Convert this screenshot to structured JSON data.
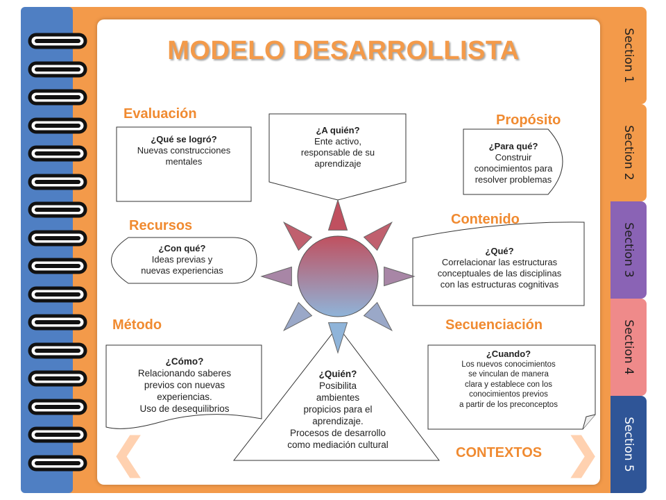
{
  "title": "MODELO DESARROLLISTA",
  "tabs": [
    {
      "label": "Section 1",
      "color": "#f39a4a"
    },
    {
      "label": "Section 2",
      "color": "#f39a4a"
    },
    {
      "label": "Section 3",
      "color": "#8a63b5"
    },
    {
      "label": "Section 4",
      "color": "#ef8a8a"
    },
    {
      "label": "Section 5",
      "color": "#2f5597"
    }
  ],
  "nodes": {
    "evaluacion": {
      "heading": "Evaluación",
      "q": "¿Qué se logró?",
      "text": [
        "Nuevas construcciones",
        "mentales"
      ]
    },
    "a_quien": {
      "q": "¿A quién?",
      "text": [
        "Ente activo,",
        "responsable de su",
        "aprendizaje"
      ]
    },
    "proposito": {
      "heading": "Propósito",
      "q": "¿Para qué?",
      "text": [
        "Construir",
        "conocimientos para",
        "resolver problemas"
      ]
    },
    "recursos": {
      "heading": "Recursos",
      "q": "¿Con qué?",
      "text": [
        "Ideas previas  y",
        "nuevas  experiencias"
      ]
    },
    "contenido": {
      "heading": "Contenido",
      "q": "¿Qué?",
      "text": [
        "Correlacionar las estructuras",
        "conceptuales de las  disciplinas",
        "con las  estructuras cognitivas"
      ]
    },
    "metodo": {
      "heading": "Método",
      "q": "¿Cómo?",
      "text": [
        "Relacionando saberes",
        "previos con nuevas",
        "experiencias.",
        "Uso de desequilibrios"
      ]
    },
    "quien": {
      "q": "¿Quién?",
      "text": [
        "Posibilita",
        "ambientes",
        "propicios para el",
        "aprendizaje.",
        "Procesos de desarrollo",
        "como mediación cultural"
      ]
    },
    "secuenciacion": {
      "heading": "Secuenciación",
      "q": "¿Cuando?",
      "text": [
        "Los nuevos conocimientos",
        "se vinculan de manera",
        "clara y establece con los",
        "conocimientos previos",
        "a partir de los preconceptos"
      ]
    }
  },
  "contextos": "CONTEXTOS",
  "colors": {
    "accent": "#f08a30",
    "sun_top": "#c0505f",
    "sun_bottom": "#8fb4d9"
  }
}
